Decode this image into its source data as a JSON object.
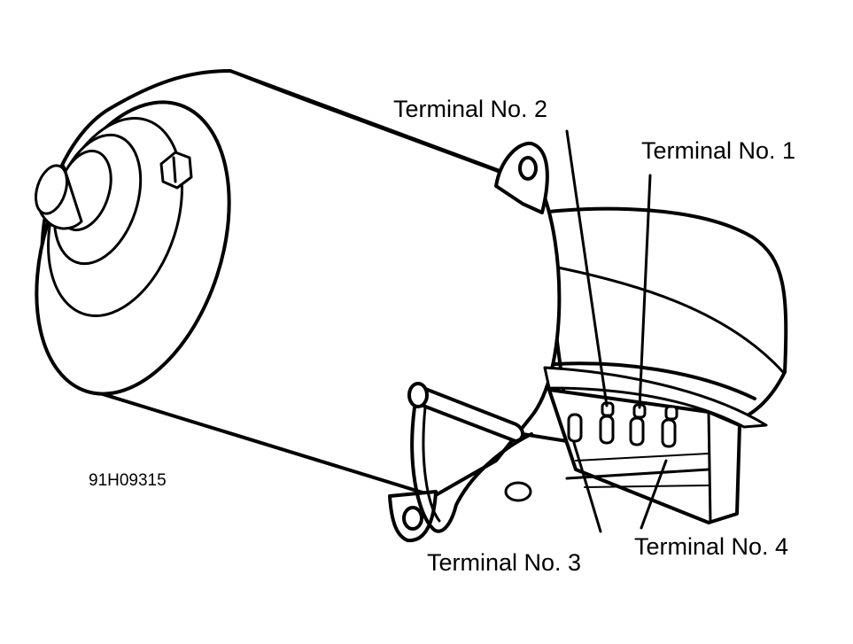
{
  "labels": {
    "terminal_2": "Terminal No. 2",
    "terminal_1": "Terminal No. 1",
    "terminal_3": "Terminal No. 3",
    "terminal_4": "Terminal No. 4"
  },
  "figure_code": "91H09315",
  "colors": {
    "ink": "#000000",
    "paper": "#ffffff"
  }
}
